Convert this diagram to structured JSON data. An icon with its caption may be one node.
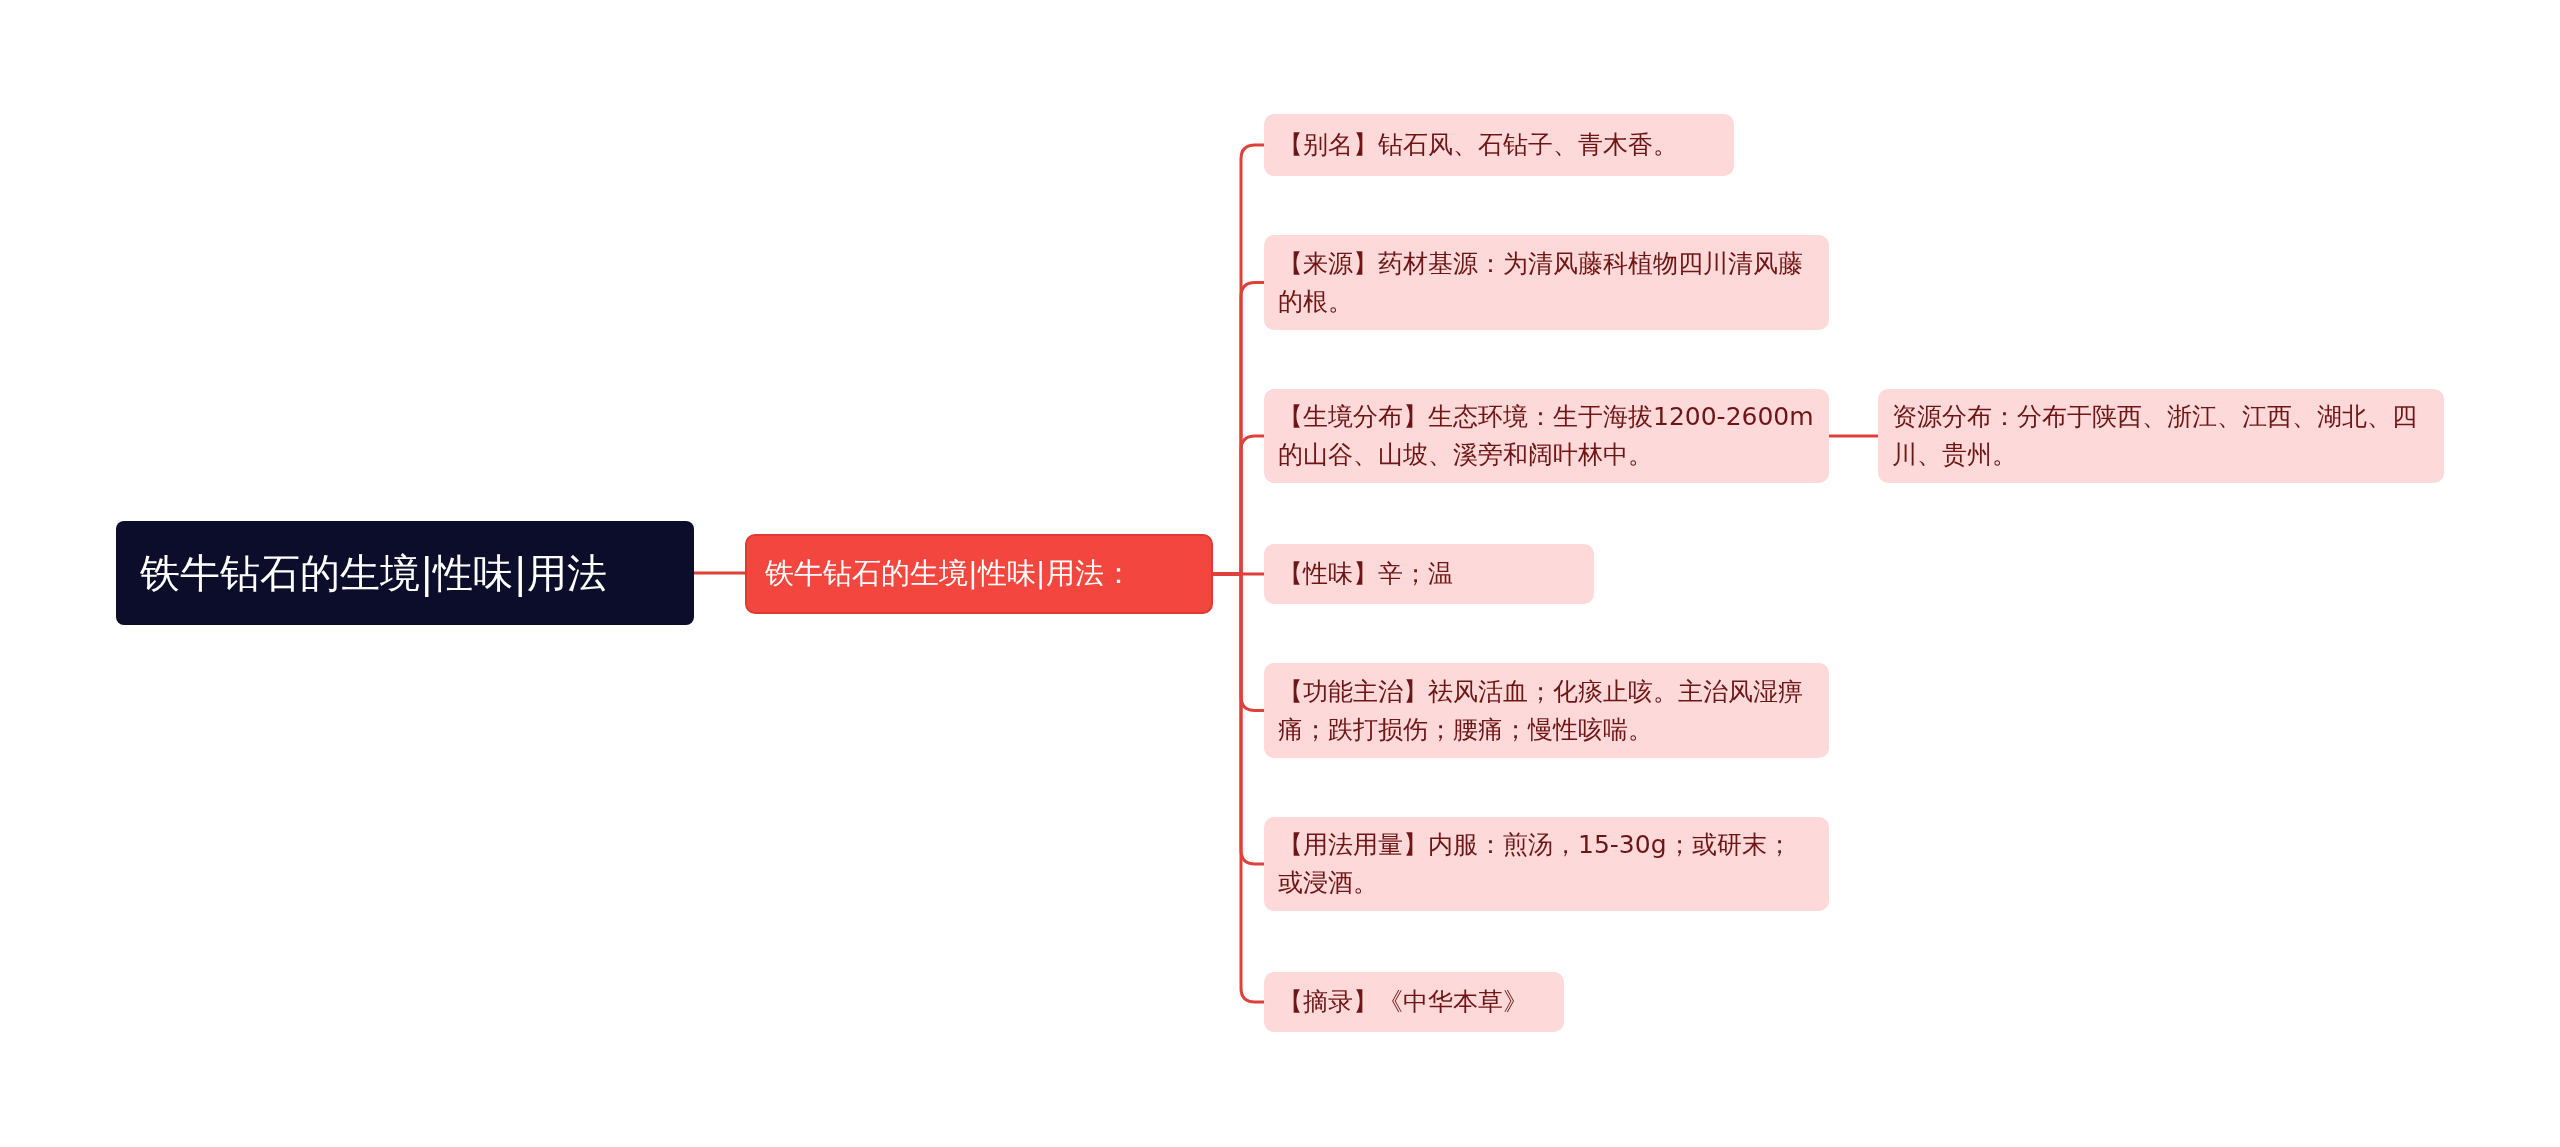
{
  "diagram": {
    "nodes": [
      {
        "text": [
          "铁牛钻石的生境|性味|用法"
        ]
      },
      {
        "text": [
          "铁牛钻石的生境|性味|用法："
        ]
      },
      {
        "text": [
          "【别名】钻石风、石钻子、青木香。"
        ]
      },
      {
        "text": [
          "【来源】药材基源：为清风藤科植物四川清风藤的根。"
        ]
      },
      {
        "text": [
          "【生境分布】生态环境：生于海拔1200-2600m的山谷、山坡、溪旁和阔叶林中。"
        ]
      },
      {
        "text": [
          "【性味】辛；温"
        ]
      },
      {
        "text": [
          "【功能主治】祛风活血；化痰止咳。主治风湿痹痛；跌打损伤；腰痛；慢性咳喘。"
        ]
      },
      {
        "text": [
          "【用法用量】内服：煎汤，15-30g；或研末；或浸酒。"
        ]
      },
      {
        "text": [
          "【摘录】《中华本草》"
        ]
      },
      {
        "text": [
          "资源分布：分布于陕西、浙江、江西、湖北、四川、贵州。"
        ]
      }
    ],
    "edges": [
      {
        "from": 0,
        "to": 1,
        "arrow": "none"
      },
      {
        "from": 1,
        "to": 2,
        "arrow": "none"
      },
      {
        "from": 1,
        "to": 3,
        "arrow": "none"
      },
      {
        "from": 1,
        "to": 4,
        "arrow": "none"
      },
      {
        "from": 1,
        "to": 5,
        "arrow": "none"
      },
      {
        "from": 1,
        "to": 6,
        "arrow": "none"
      },
      {
        "from": 1,
        "to": 7,
        "arrow": "none"
      },
      {
        "from": 1,
        "to": 8,
        "arrow": "none"
      },
      {
        "from": 4,
        "to": 9,
        "arrow": "none"
      }
    ]
  }
}
